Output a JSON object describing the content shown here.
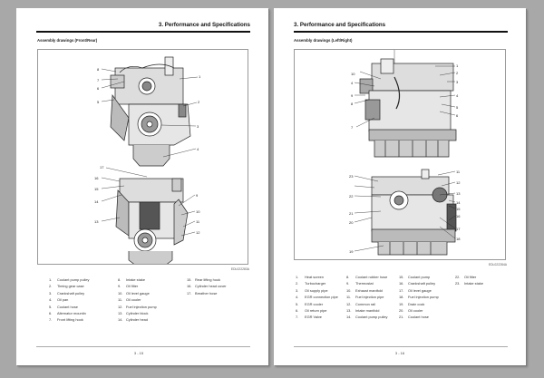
{
  "left_page": {
    "header_title": "3. Performance and Specifications",
    "section_label": "Assembly drawings (Front/Rear)",
    "figure_id": "EDL022283A",
    "front_view_callouts": [
      "1",
      "2",
      "3",
      "4",
      "5",
      "6",
      "7",
      "8"
    ],
    "rear_view_callouts": [
      "9",
      "10",
      "11",
      "12",
      "13",
      "14",
      "15",
      "16",
      "17"
    ],
    "legend": [
      [
        {
          "num": "1.",
          "label": "Coolant pump pulley"
        },
        {
          "num": "2.",
          "label": "Timing gear case"
        },
        {
          "num": "3.",
          "label": "Crankshaft pulley"
        },
        {
          "num": "4.",
          "label": "Oil pan"
        },
        {
          "num": "5.",
          "label": "Coolant hose"
        },
        {
          "num": "6.",
          "label": "Alternator mountin"
        },
        {
          "num": "7.",
          "label": "Front lifting hook"
        }
      ],
      [
        {
          "num": "8.",
          "label": "Intake stake"
        },
        {
          "num": "9.",
          "label": "Oil filter"
        },
        {
          "num": "10.",
          "label": "Oil level gauge"
        },
        {
          "num": "11.",
          "label": "Oil cooler"
        },
        {
          "num": "12.",
          "label": "Fuel injection pump"
        },
        {
          "num": "13.",
          "label": "Cylinder block"
        },
        {
          "num": "14.",
          "label": "Cylinder head"
        }
      ],
      [
        {
          "num": "15.",
          "label": "Rear lifting hook"
        },
        {
          "num": "16.",
          "label": "Cylinder head cover"
        },
        {
          "num": "17.",
          "label": "Breather hose"
        }
      ]
    ],
    "page_number": "3 - 15"
  },
  "right_page": {
    "header_title": "3. Performance and Specifications",
    "section_label": "Assembly drawings (Left/Right)",
    "figure_id": "EDL022284A",
    "left_view_callouts": [
      "1",
      "2",
      "3",
      "4",
      "5",
      "6",
      "7",
      "8",
      "9",
      "10"
    ],
    "right_view_callouts": [
      "11",
      "12",
      "13",
      "14",
      "15",
      "16",
      "17",
      "18",
      "19",
      "20",
      "21",
      "22",
      "23",
      "4"
    ],
    "legend": [
      [
        {
          "num": "1.",
          "label": "Heat screen"
        },
        {
          "num": "2.",
          "label": "Turbocharger"
        },
        {
          "num": "3.",
          "label": "Oil supply pipe"
        },
        {
          "num": "4.",
          "label": "EGR connection pipe"
        },
        {
          "num": "5.",
          "label": "EGR cooler"
        },
        {
          "num": "6.",
          "label": "Oil return pipe"
        },
        {
          "num": "7.",
          "label": "EGR Valve"
        }
      ],
      [
        {
          "num": "8.",
          "label": "Coolant rubber hose"
        },
        {
          "num": "9.",
          "label": "Thermostat"
        },
        {
          "num": "10.",
          "label": "Exhaust manifold"
        },
        {
          "num": "11.",
          "label": "Fuel injection pipe"
        },
        {
          "num": "12.",
          "label": "Common rail"
        },
        {
          "num": "13.",
          "label": "Intake manifold"
        },
        {
          "num": "14.",
          "label": "Coolant pump pulley"
        }
      ],
      [
        {
          "num": "15.",
          "label": "Coolant pump"
        },
        {
          "num": "16.",
          "label": "Crankshaft pulley"
        },
        {
          "num": "17.",
          "label": "Oil level gauge"
        },
        {
          "num": "18.",
          "label": "Fuel injection pump"
        },
        {
          "num": "19.",
          "label": "Drain cock"
        },
        {
          "num": "20.",
          "label": "Oil cooler"
        },
        {
          "num": "21.",
          "label": "Coolant hose"
        }
      ],
      [
        {
          "num": "22.",
          "label": "Oil filter"
        },
        {
          "num": "23.",
          "label": "Intake stake"
        }
      ]
    ],
    "page_number": "3 - 16"
  }
}
